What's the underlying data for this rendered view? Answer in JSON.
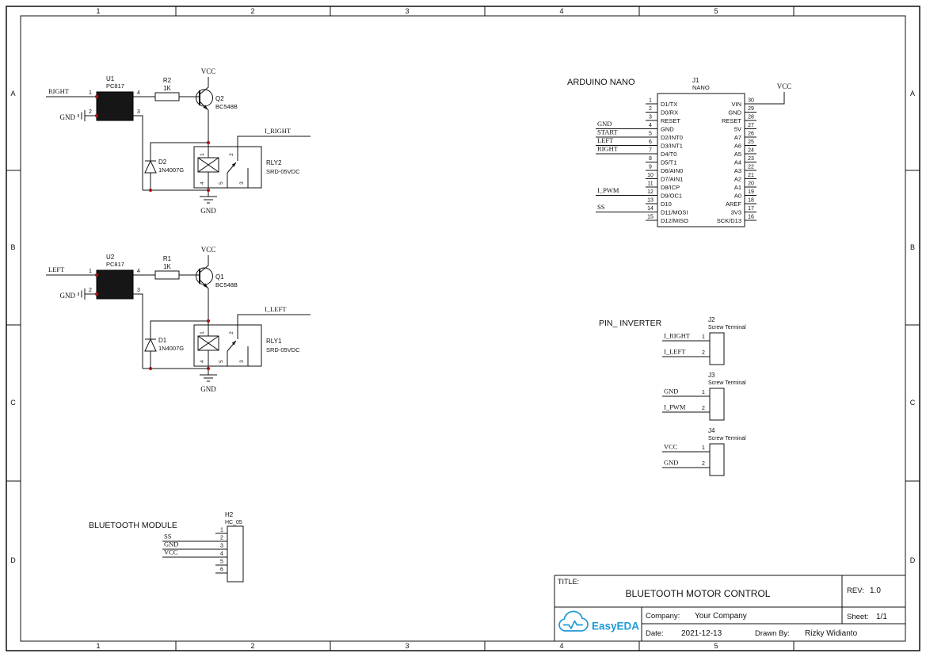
{
  "colors": {
    "wire": "#111111",
    "junction": "#b01111",
    "logo_blue": "#1e9ad6"
  },
  "frame": {
    "columns": [
      "1",
      "2",
      "3",
      "4",
      "5"
    ],
    "rows": [
      "A",
      "B",
      "C",
      "D"
    ]
  },
  "drivers": [
    {
      "input": "RIGHT",
      "gnd_in": "GND",
      "opto_ref": "U1",
      "opto_part": "PC817",
      "opto_pin_numbers": {
        "in_top": "1",
        "in_bot": "2",
        "out_top": "4",
        "out_bot": "3"
      },
      "res_ref": "R2",
      "res_val": "1K",
      "vcc": "VCC",
      "q_ref": "Q2",
      "q_part": "BC548B",
      "output": "I_RIGHT",
      "relay_ref": "RLY2",
      "relay_part": "SRD-05VDC",
      "relay_pin_numbers": {
        "coil_top": "1",
        "no_top": "2",
        "coil_bot": "4",
        "com_bot": "5",
        "nc_bot": "3"
      },
      "diode_ref": "D2",
      "diode_part": "1N4007G",
      "gnd_out": "GND"
    },
    {
      "input": "LEFT",
      "gnd_in": "GND",
      "opto_ref": "U2",
      "opto_part": "PC817",
      "opto_pin_numbers": {
        "in_top": "1",
        "in_bot": "2",
        "out_top": "4",
        "out_bot": "3"
      },
      "res_ref": "R1",
      "res_val": "1K",
      "vcc": "VCC",
      "q_ref": "Q1",
      "q_part": "BC548B",
      "output": "I_LEFT",
      "relay_ref": "RLY1",
      "relay_part": "SRD-05VDC",
      "relay_pin_numbers": {
        "coil_top": "1",
        "no_top": "2",
        "coil_bot": "4",
        "com_bot": "5",
        "nc_bot": "3"
      },
      "diode_ref": "D1",
      "diode_part": "1N4007G",
      "gnd_out": "GND"
    }
  ],
  "arduino": {
    "title": "ARDUINO NANO",
    "ref": "J1",
    "part": "NANO",
    "vcc": "VCC",
    "left_pins": [
      {
        "n": "1",
        "name": "D1/TX"
      },
      {
        "n": "2",
        "name": "D0/RX"
      },
      {
        "n": "3",
        "name": "RESET"
      },
      {
        "n": "4",
        "name": "GND"
      },
      {
        "n": "5",
        "name": "D2/INT0"
      },
      {
        "n": "6",
        "name": "D3/INT1"
      },
      {
        "n": "7",
        "name": "D4/T0"
      },
      {
        "n": "8",
        "name": "D5/T1"
      },
      {
        "n": "9",
        "name": "D6/AIN0"
      },
      {
        "n": "10",
        "name": "D7/AIN1"
      },
      {
        "n": "11",
        "name": "D8/ICP"
      },
      {
        "n": "12",
        "name": "D9/OC1"
      },
      {
        "n": "13",
        "name": "D10"
      },
      {
        "n": "14",
        "name": "D11/MOSI"
      },
      {
        "n": "15",
        "name": "D12/MISO"
      }
    ],
    "right_pins": [
      {
        "n": "30",
        "name": "VIN"
      },
      {
        "n": "29",
        "name": "GND"
      },
      {
        "n": "28",
        "name": "RESET"
      },
      {
        "n": "27",
        "name": "5V"
      },
      {
        "n": "26",
        "name": "A7"
      },
      {
        "n": "25",
        "name": "A6"
      },
      {
        "n": "24",
        "name": "A5"
      },
      {
        "n": "23",
        "name": "A4"
      },
      {
        "n": "22",
        "name": "A3"
      },
      {
        "n": "21",
        "name": "A2"
      },
      {
        "n": "20",
        "name": "A1"
      },
      {
        "n": "19",
        "name": "A0"
      },
      {
        "n": "18",
        "name": "AREF"
      },
      {
        "n": "17",
        "name": "3V3"
      },
      {
        "n": "16",
        "name": "SCK/D13"
      }
    ],
    "nets": {
      "gnd": "GND",
      "start": "START",
      "left": "LEFT",
      "right": "RIGHT",
      "i_pwm": "I_PWM",
      "ss": "SS"
    }
  },
  "pin_inverter": {
    "title": "PIN_ INVERTER",
    "connectors": [
      {
        "ref": "J2",
        "part": "Screw Terminal",
        "pin1": "1",
        "pin2": "2",
        "net1": "I_RIGHT",
        "net2": "I_LEFT"
      },
      {
        "ref": "J3",
        "part": "Screw Terminal",
        "pin1": "1",
        "pin2": "2",
        "net1": "GND",
        "net2": "I_PWM"
      },
      {
        "ref": "J4",
        "part": "Screw Terminal",
        "pin1": "1",
        "pin2": "2",
        "net1": "VCC",
        "net2": "GND"
      }
    ]
  },
  "bluetooth": {
    "title": "BLUETOOTH MODULE",
    "ref": "H2",
    "part": "HC_05",
    "pins": [
      "1",
      "2",
      "3",
      "4",
      "5",
      "6"
    ],
    "nets": {
      "ss": "SS",
      "gnd": "GND",
      "vcc": "VCC"
    }
  },
  "title_block": {
    "title_label": "TITLE:",
    "title": "BLUETOOTH MOTOR CONTROL",
    "rev_label": "REV:",
    "rev": "1.0",
    "company_label": "Company:",
    "company": "Your Company",
    "sheet_label": "Sheet:",
    "sheet": "1/1",
    "date_label": "Date:",
    "date": "2021-12-13",
    "drawn_label": "Drawn By:",
    "drawn_by": "Rizky Widianto",
    "logo_text": "EasyEDA"
  }
}
